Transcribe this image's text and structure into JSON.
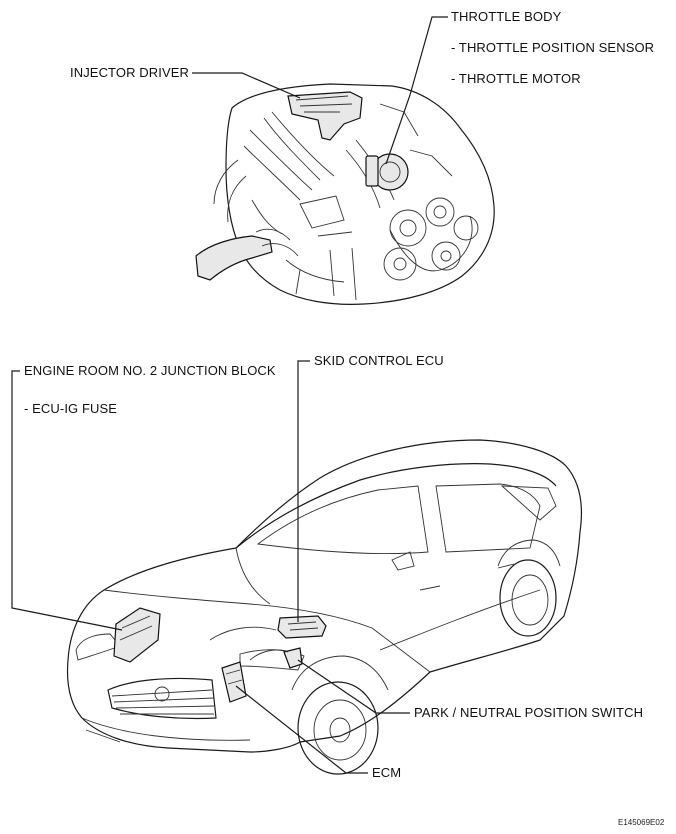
{
  "labels": {
    "throttle_body": "THROTTLE BODY",
    "throttle_position_sensor": "- THROTTLE POSITION SENSOR",
    "throttle_motor": "- THROTTLE MOTOR",
    "injector_driver": "INJECTOR DRIVER",
    "junction_block": "ENGINE ROOM NO. 2 JUNCTION BLOCK",
    "ecu_ig_fuse": "- ECU-IG FUSE",
    "skid_control_ecu": "SKID CONTROL ECU",
    "park_neutral_switch": "PARK / NEUTRAL POSITION SWITCH",
    "ecm": "ECM"
  },
  "figure_code": "E145069E02"
}
